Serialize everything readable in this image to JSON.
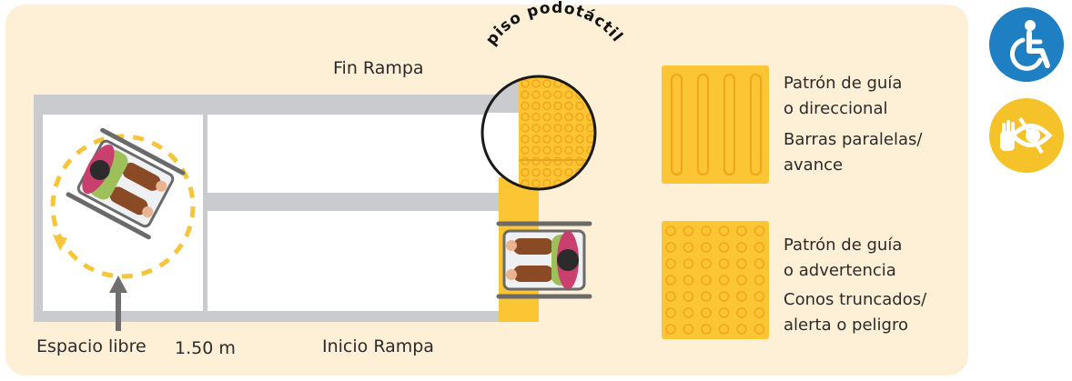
{
  "colors": {
    "panel": "#fdf0d6",
    "wall": "#c9cbcf",
    "floor": "#ffffff",
    "tactile": "#fbc533",
    "tactile_dot": "#f4a41c",
    "dashed": "#f7c53a",
    "arrow": "#6f6f6f",
    "badge_blue": "#1e7fc2",
    "badge_yellow": "#f5c22a",
    "chair_frame": "#6a6a6a",
    "person_shirt": "#c93f6e",
    "person_legs": "#8a4a26"
  },
  "labels": {
    "fin_rampa": "Fin Rampa",
    "piso_podotactil": "piso podotáctil",
    "espacio_libre": "Espacio libre",
    "medida": "1.50 m",
    "inicio_rampa": "Inicio Rampa"
  },
  "patterns": [
    {
      "kind": "bars",
      "line1": "Patrón de guía",
      "line2": "o direccional",
      "line3": "Barras paralelas/",
      "line4": "avance"
    },
    {
      "kind": "dots",
      "line1": "Patrón de guía",
      "line2": "o advertencia",
      "line3": "Conos truncados/",
      "line4": "alerta o peligro"
    }
  ],
  "icons": {
    "accessibility": "wheelchair-icon",
    "low_vision": "low-vision-eye-icon"
  }
}
